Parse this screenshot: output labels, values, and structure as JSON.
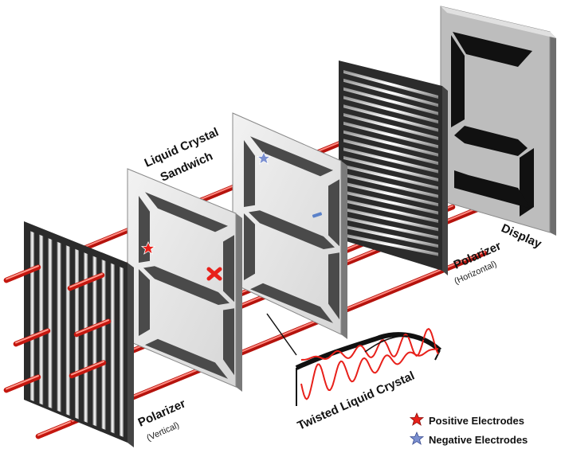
{
  "labels": {
    "lc_line1": "Liquid Crystal",
    "lc_line2": "Sandwich",
    "pol_v_title": "Polarizer",
    "pol_v_sub": "(Vertical)",
    "pol_h_title": "Polarizer",
    "pol_h_sub": "(Horizontal)",
    "display": "Display",
    "twisted": "Twisted Liquid Crystal"
  },
  "legend": {
    "positive": "Positive Electrodes",
    "negative": "Negative Electrodes"
  },
  "colors": {
    "beam": "#e8201a",
    "beam_highlight": "#ff8a80",
    "positive_star": "#e8201a",
    "negative_star": "#7a8fd0",
    "dark_panel": "#2b2b2b",
    "light_panel": "#e6e6e6",
    "segment": "#4a4a4a"
  },
  "display_digit": "5"
}
